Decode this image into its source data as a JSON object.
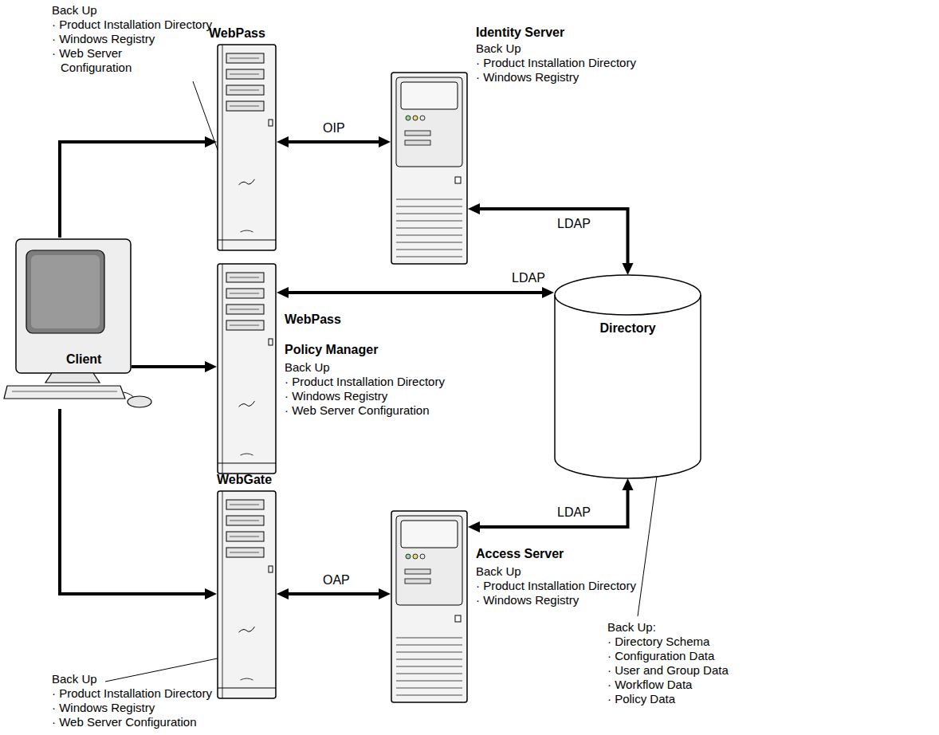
{
  "diagram": {
    "nodes": [
      {
        "text": [
          "WebPass"
        ]
      },
      {
        "text": [
          "Identity Server"
        ]
      },
      {
        "text": [
          "Client"
        ]
      },
      {
        "text": [
          "WebPass",
          "Policy Manager"
        ]
      },
      {
        "text": [
          "Directory"
        ]
      },
      {
        "text": [
          "WebGate"
        ]
      },
      {
        "text": [
          "Access Server"
        ]
      }
    ],
    "edges": [
      {
        "from": 2,
        "to": 0,
        "arrow": "to"
      },
      {
        "from": 0,
        "to": 1,
        "label": "OIP",
        "arrow": "both"
      },
      {
        "from": 1,
        "to": 4,
        "label": "LDAP",
        "arrow": "both"
      },
      {
        "from": 2,
        "to": 3,
        "arrow": "to"
      },
      {
        "from": 3,
        "to": 4,
        "label": "LDAP",
        "arrow": "both"
      },
      {
        "from": 2,
        "to": 5,
        "arrow": "to"
      },
      {
        "from": 5,
        "to": 6,
        "label": "OAP",
        "arrow": "both"
      },
      {
        "from": 6,
        "to": 4,
        "label": "LDAP",
        "arrow": "both"
      }
    ],
    "labels": [
      "Back Up",
      "· Product Installation Directory",
      "· Windows Registry",
      "· Web Server Configuration",
      "Back Up",
      "· Product Installation Directory",
      "· Windows Registry",
      "Back Up",
      "· Product Installation Directory",
      "· Windows Registry",
      "· Web Server Configuration",
      "Back Up",
      "· Product Installation Directory",
      "· Windows Registry",
      "Back Up:",
      "· Directory Schema",
      "· Configuration Data",
      "· User and Group Data",
      "· Workflow Data",
      "· Policy Data",
      "Back Up",
      "· Product Installation Directory",
      "· Windows Registry",
      "· Web Server Configuration"
    ]
  }
}
